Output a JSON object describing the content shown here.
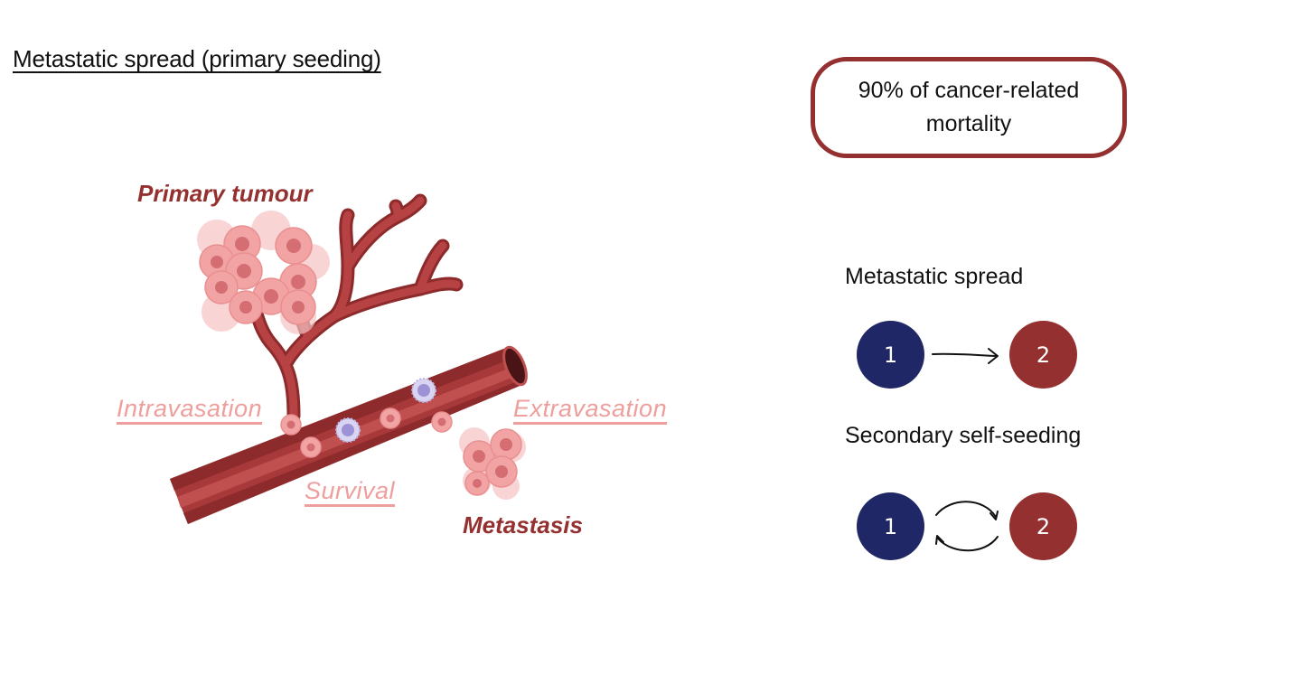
{
  "slide": {
    "title": "Metastatic spread (primary seeding)"
  },
  "callout": {
    "text": "90% of cancer-related mortality",
    "border_color": "#943130"
  },
  "illustration": {
    "labels": {
      "primary_tumour": "Primary tumour",
      "intravasation": "Intravasation",
      "survival": "Survival",
      "extravasation": "Extravasation",
      "metastasis": "Metastasis"
    },
    "colors": {
      "vessel": "#a8393a",
      "vessel_light": "#c0504f",
      "vessel_dark": "#8d2a2b",
      "vessel_lumen": "#4a1416",
      "tumour_cell": "#f2a3a3",
      "tumour_nucleus": "#d46e73",
      "immune_cell": "#b9b3e3",
      "immune_nucleus": "#9d92d6",
      "label_dark": "#943130",
      "label_light": "#ee9e9c"
    }
  },
  "models": [
    {
      "title": "Metastatic spread",
      "from": "1",
      "to": "2",
      "arrow": "one-way"
    },
    {
      "title": "Secondary self-seeding",
      "from": "1",
      "to": "2",
      "arrow": "bidirectional"
    }
  ],
  "colors": {
    "site_1": "#1f2766",
    "site_2": "#943130"
  }
}
